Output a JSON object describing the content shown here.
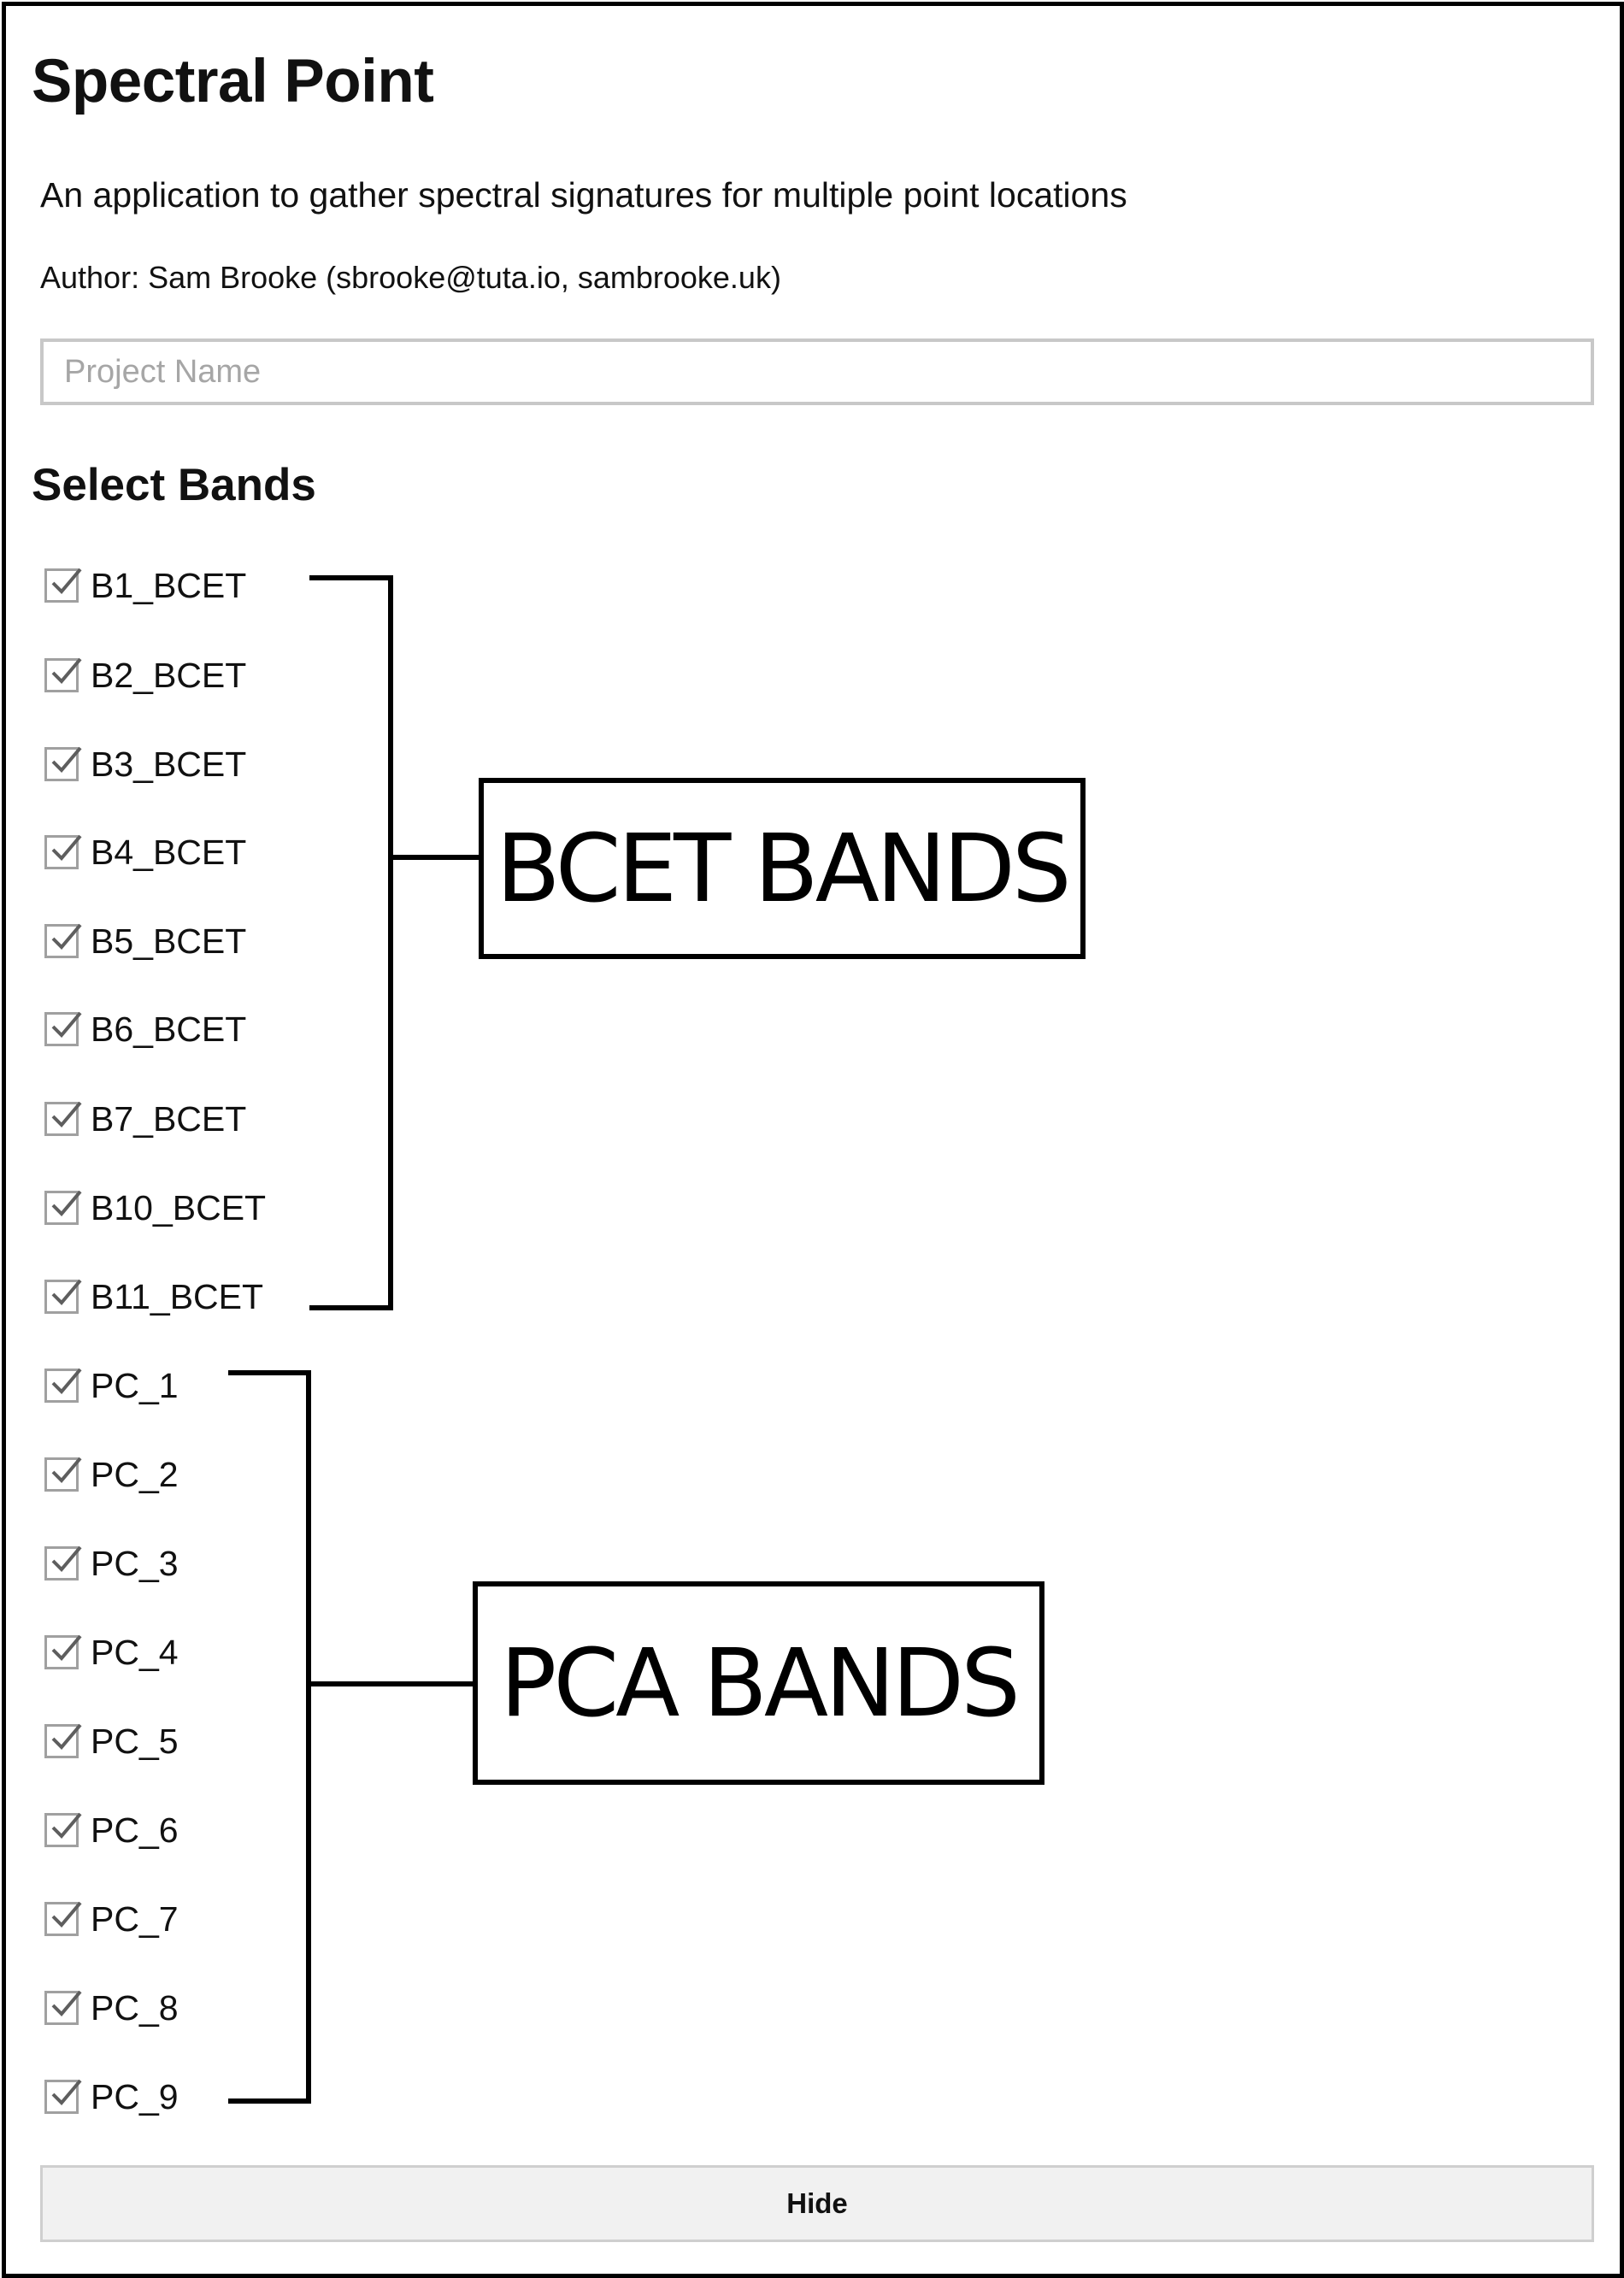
{
  "app": {
    "title": "Spectral Point",
    "description": "An application to gather spectral signatures for multiple point locations",
    "author": "Author: Sam Brooke (sbrooke@tuta.io, sambrooke.uk)"
  },
  "project_input": {
    "value": "",
    "placeholder": "Project Name"
  },
  "bands_section": {
    "heading": "Select Bands",
    "bcet_bands": [
      {
        "label": "B1_BCET",
        "checked": true
      },
      {
        "label": "B2_BCET",
        "checked": true
      },
      {
        "label": "B3_BCET",
        "checked": true
      },
      {
        "label": "B4_BCET",
        "checked": true
      },
      {
        "label": "B5_BCET",
        "checked": true
      },
      {
        "label": "B6_BCET",
        "checked": true
      },
      {
        "label": "B7_BCET",
        "checked": true
      },
      {
        "label": "B10_BCET",
        "checked": true
      },
      {
        "label": "B11_BCET",
        "checked": true
      }
    ],
    "pca_bands": [
      {
        "label": "PC_1",
        "checked": true
      },
      {
        "label": "PC_2",
        "checked": true
      },
      {
        "label": "PC_3",
        "checked": true
      },
      {
        "label": "PC_4",
        "checked": true
      },
      {
        "label": "PC_5",
        "checked": true
      },
      {
        "label": "PC_6",
        "checked": true
      },
      {
        "label": "PC_7",
        "checked": true
      },
      {
        "label": "PC_8",
        "checked": true
      },
      {
        "label": "PC_9",
        "checked": true
      }
    ]
  },
  "annotations": {
    "bcet_label": "BCET BANDS",
    "pca_label": "PCA BANDS"
  },
  "hide_button": {
    "label": "Hide"
  }
}
